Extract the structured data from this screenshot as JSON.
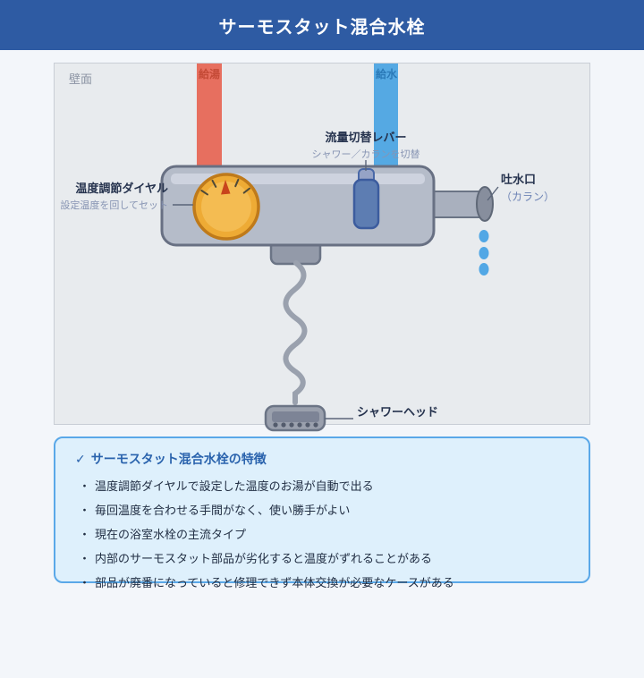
{
  "header": {
    "title": "サーモスタット混合水栓"
  },
  "diagram": {
    "wall_label": "壁面",
    "hot_pipe": {
      "label": "給湯",
      "color": "#e76f5f"
    },
    "cold_pipe": {
      "label": "給水",
      "color": "#55a9e3"
    },
    "dial": {
      "label": "温度調節ダイヤル",
      "sublabel": "設定温度を回してセット",
      "color": "#f2b544"
    },
    "lever": {
      "label": "流量切替レバー",
      "sublabel": "シャワー／カランを切替",
      "color": "#5d7db2"
    },
    "spout": {
      "label": "吐水口",
      "sublabel": "（カラン）"
    },
    "shower": {
      "label": "シャワーヘッド"
    }
  },
  "features": {
    "check": "✓",
    "title": "サーモスタット混合水栓の特徴",
    "bullet": "・",
    "items": [
      "温度調節ダイヤルで設定した温度のお湯が自動で出る",
      "毎回温度を合わせる手間がなく、使い勝手がよい",
      "現在の浴室水栓の主流タイプ",
      "内部のサーモスタット部品が劣化すると温度がずれることがある",
      "部品が廃番になっていると修理できず本体交換が必要なケースがある"
    ]
  },
  "colors": {
    "header_bg": "#2e5ba3",
    "page_bg": "#f3f6fa",
    "wall_bg": "#e8ebee",
    "hot": "#e76f5f",
    "cold": "#55a9e3",
    "body_fill": "#b5bcc9",
    "dial_fill": "#f2b544",
    "info_bg": "#def0fc",
    "info_border": "#5aa8e8"
  }
}
